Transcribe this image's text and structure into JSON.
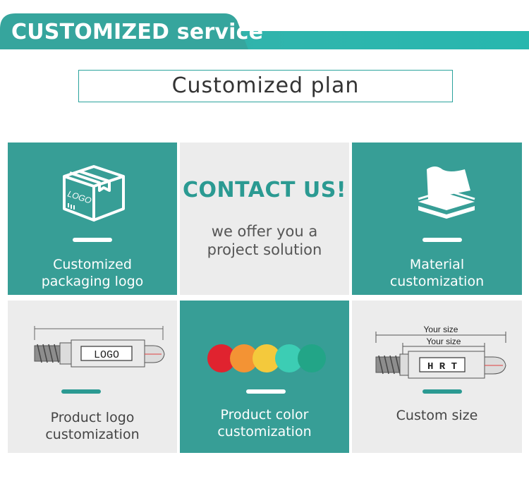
{
  "header": {
    "title": "CUSTOMIZED service"
  },
  "plan": {
    "label": "Customized plan"
  },
  "tiles": {
    "packaging": {
      "line1": "Customized",
      "line2": "packaging logo",
      "box_text": "LOGO"
    },
    "contact": {
      "headline": "CONTACT US!",
      "line1": "we offer you a",
      "line2": "project solution"
    },
    "material": {
      "line1": "Material",
      "line2": "customization"
    },
    "product_logo": {
      "line1": "Product logo",
      "line2": "customization",
      "label": "LOGO"
    },
    "product_color": {
      "line1": "Product color",
      "line2": "customization",
      "swatches": [
        "#e0232f",
        "#f39334",
        "#f4c93c",
        "#3ccdb4",
        "#22a587"
      ]
    },
    "custom_size": {
      "line1": "Custom size",
      "outer_dim": "Your size",
      "inner_dim": "Your size",
      "label": "H R T"
    }
  },
  "colors": {
    "teal": "#379e96",
    "banner": "#2fb5ad",
    "grey": "#ececec"
  }
}
